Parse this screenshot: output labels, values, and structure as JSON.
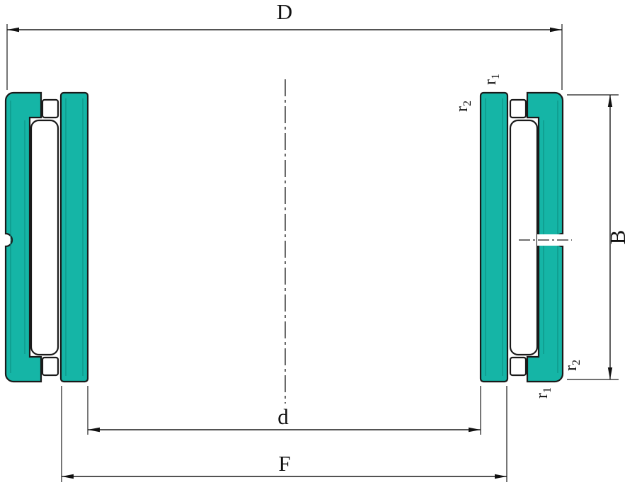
{
  "diagram": {
    "type": "needle-roller-bearing-cross-section",
    "dimensions": {
      "D": "D",
      "d": "d",
      "F": "F",
      "B": "B"
    },
    "radii": {
      "r1": {
        "base": "r",
        "sub": "1"
      },
      "r2": {
        "base": "r",
        "sub": "2"
      }
    },
    "colors": {
      "part_fill": "#15b5a6",
      "line": "#1a1a1a",
      "background": "#ffffff"
    }
  }
}
